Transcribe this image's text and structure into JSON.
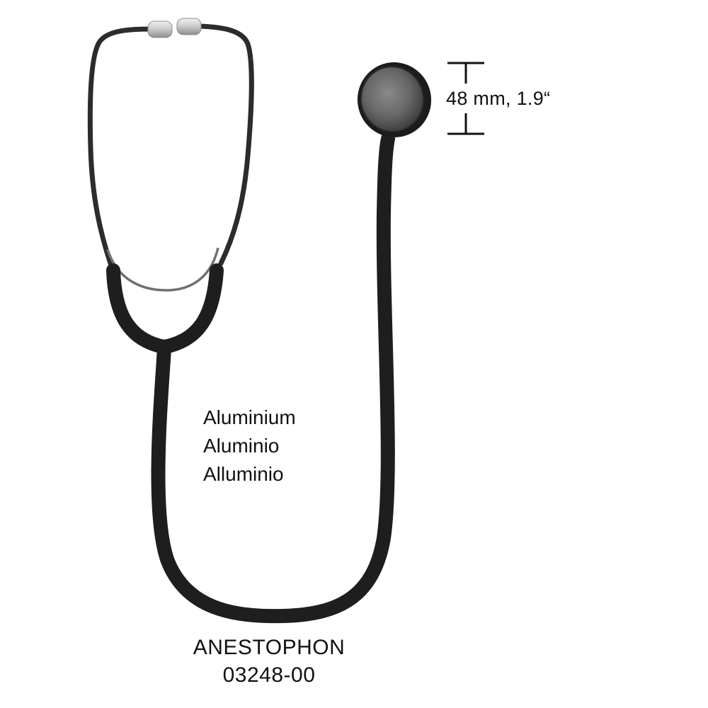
{
  "dimension": {
    "label": "48 mm, 1.9“"
  },
  "materials": [
    "Aluminium",
    "Aluminio",
    "Alluminio"
  ],
  "product": {
    "name": "ANESTOPHON",
    "code": "03248-00"
  },
  "colors": {
    "tubing": "#1e1e1e",
    "headset": "#2c2c2c",
    "eartip": "#c9c9c9",
    "chestpiece_rim": "#1c1c1c",
    "diaphragm": "#6b6b6b",
    "spring": "#707070",
    "text": "#111111"
  },
  "icons": {
    "product": "stethoscope-icon",
    "dimension": "dimension-bracket-icon"
  }
}
